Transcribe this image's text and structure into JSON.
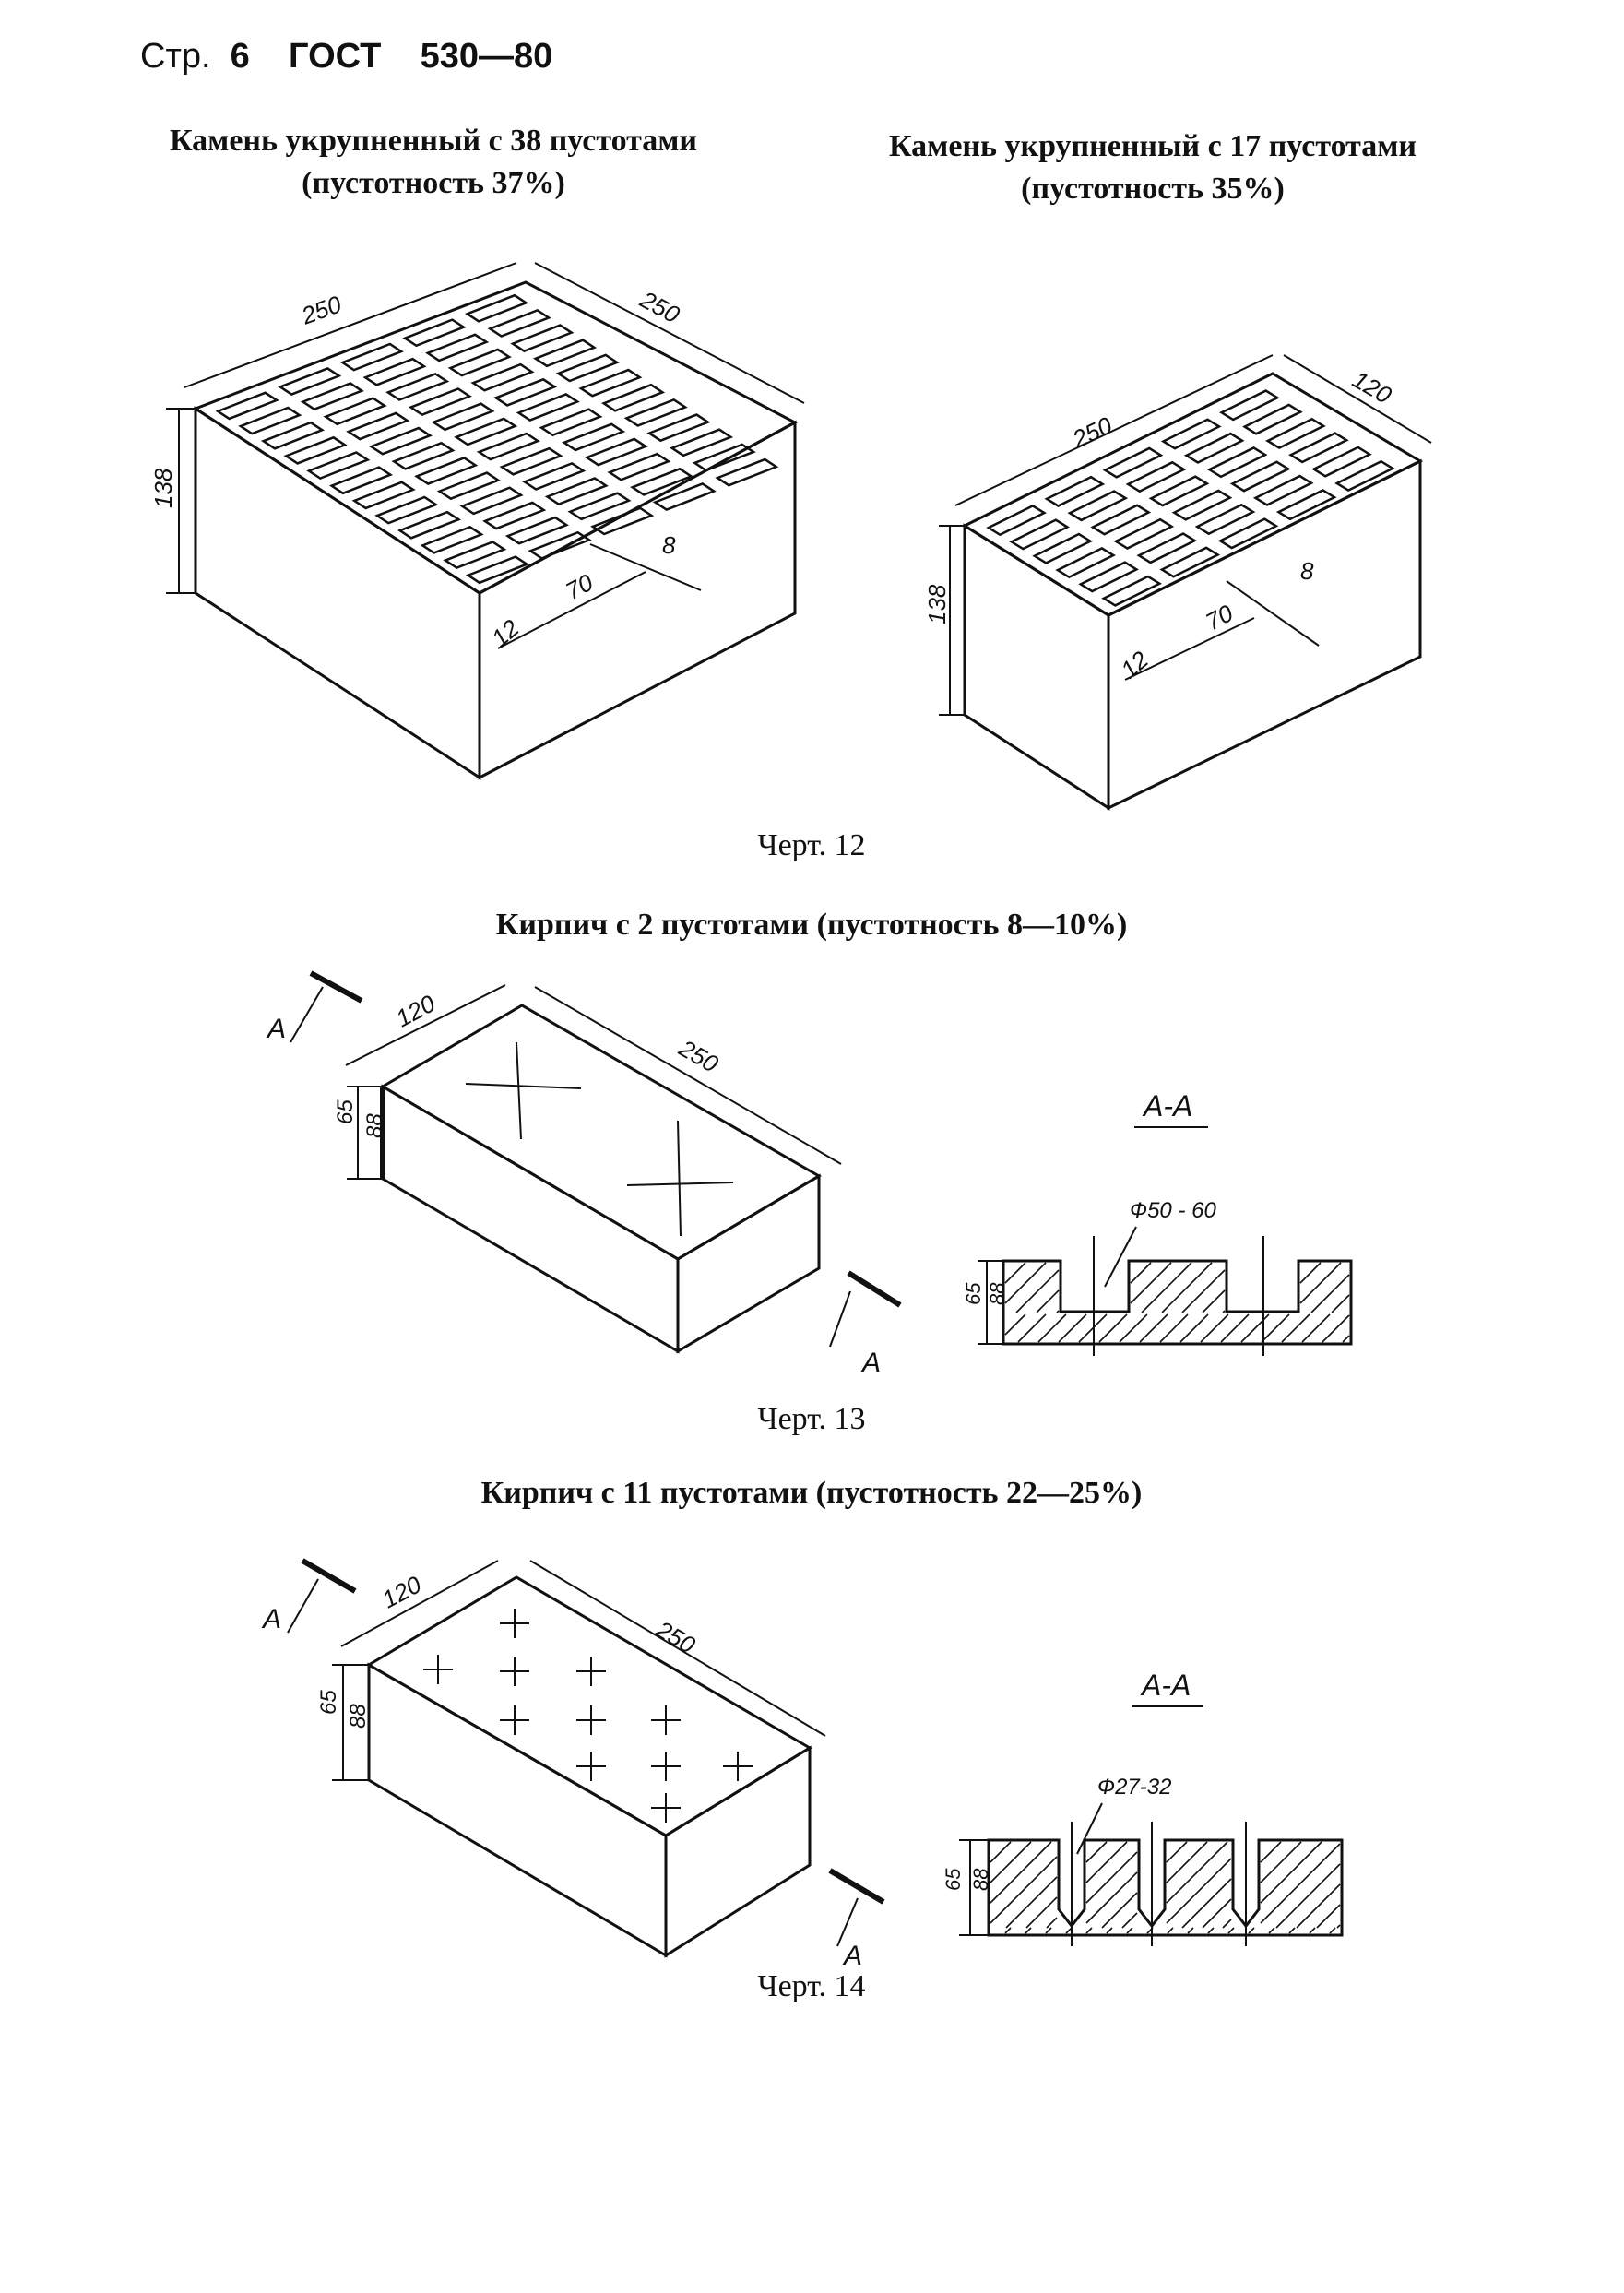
{
  "header": {
    "page_prefix": "Стр.",
    "page_number": "6",
    "standard": "ГОСТ",
    "standard_number": "530—80"
  },
  "figure12": {
    "left_title_line1": "Камень укрупненный с 38 пустотами",
    "left_title_line2": "(пустотность 37%)",
    "right_title_line1": "Камень укрупненный с 17 пустотами",
    "right_title_line2": "(пустотность 35%)",
    "left_dims": {
      "length": "250",
      "width": "250",
      "height": "138",
      "void_length": "70",
      "void_width": "12",
      "rib": "8"
    },
    "right_dims": {
      "length": "250",
      "width": "120",
      "height": "138",
      "void_length": "70",
      "void_width": "12",
      "rib": "8"
    },
    "caption": "Черт. 12"
  },
  "figure13": {
    "title": "Кирпич с 2 пустотами (пустотность 8—10%)",
    "dims": {
      "length": "250",
      "width": "120",
      "height_a": "65",
      "height_b": "88"
    },
    "section_marker": "А",
    "section_label": "А-А",
    "hole_label": "Ф50 - 60",
    "caption": "Черт. 13"
  },
  "figure14": {
    "title": "Кирпич с 11 пустотами (пустотность 22—25%)",
    "dims": {
      "length": "250",
      "width": "120",
      "height_a": "65",
      "height_b": "88"
    },
    "section_marker": "А",
    "section_label": "А-А",
    "hole_label": "Ф27-32",
    "caption": "Черт. 14"
  }
}
